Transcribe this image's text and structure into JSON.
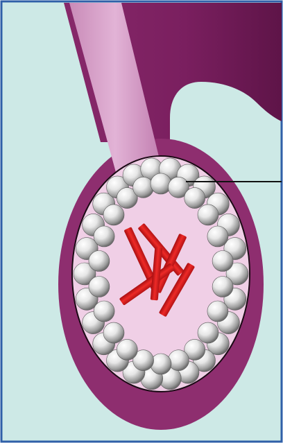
{
  "diagram": {
    "colors": {
      "frame_border": "#2f5fa8",
      "background": "#cde9e6",
      "tissue_dark": "#7a1f5f",
      "tissue_mid": "#9b3a78",
      "duct_light": "#d6a0c8",
      "cavity_light": "#f0cfe6",
      "rods": "#d8201f",
      "spheres": "#e8e8e8",
      "pointer_line": "#111111"
    },
    "elements": [
      "outer-frame",
      "tissue-background",
      "duct",
      "alveolus-wall",
      "lumen",
      "secretory-cells",
      "red-rods",
      "label-pointer-line"
    ]
  }
}
